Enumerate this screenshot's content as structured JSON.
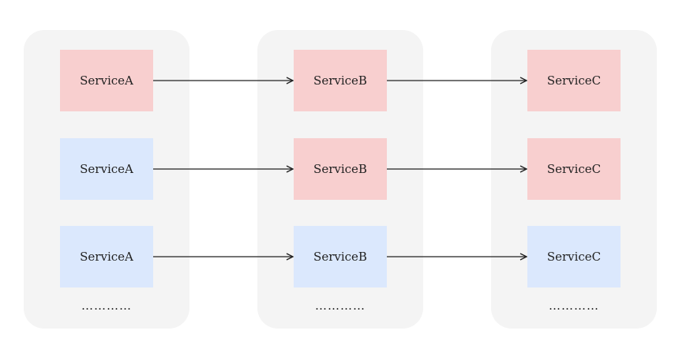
{
  "colors": {
    "red": "#f8cfcf",
    "blue": "#dbe8fd",
    "panel": "#f4f4f4",
    "arrow": "#222222"
  },
  "columns": [
    {
      "nodes": [
        {
          "label": "ServiceA",
          "color": "red"
        },
        {
          "label": "ServiceA",
          "color": "blue"
        },
        {
          "label": "ServiceA",
          "color": "blue"
        }
      ],
      "ellipsis": "…………"
    },
    {
      "nodes": [
        {
          "label": "ServiceB",
          "color": "red"
        },
        {
          "label": "ServiceB",
          "color": "red"
        },
        {
          "label": "ServiceB",
          "color": "blue"
        }
      ],
      "ellipsis": "…………"
    },
    {
      "nodes": [
        {
          "label": "ServiceC",
          "color": "red"
        },
        {
          "label": "ServiceC",
          "color": "red"
        },
        {
          "label": "ServiceC",
          "color": "blue"
        }
      ],
      "ellipsis": "…………"
    }
  ],
  "edges": [
    {
      "from": [
        0,
        0
      ],
      "to": [
        1,
        0
      ]
    },
    {
      "from": [
        1,
        0
      ],
      "to": [
        2,
        0
      ]
    },
    {
      "from": [
        0,
        1
      ],
      "to": [
        1,
        1
      ]
    },
    {
      "from": [
        1,
        1
      ],
      "to": [
        2,
        1
      ]
    },
    {
      "from": [
        0,
        2
      ],
      "to": [
        1,
        2
      ]
    },
    {
      "from": [
        1,
        2
      ],
      "to": [
        2,
        2
      ]
    }
  ]
}
